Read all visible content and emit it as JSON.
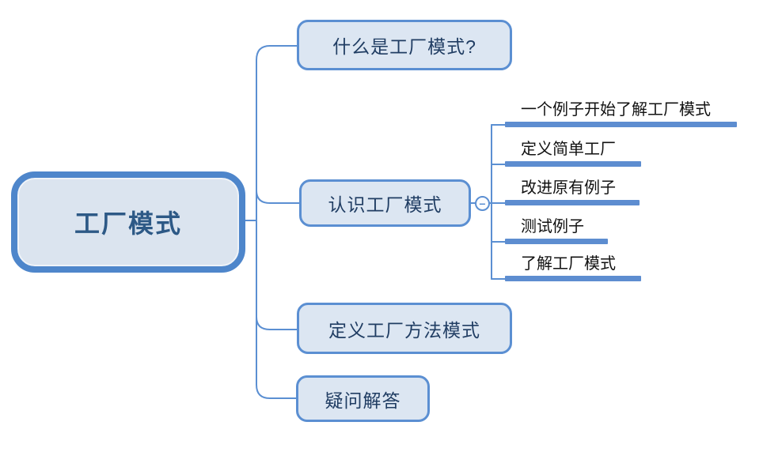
{
  "app": {
    "type": "mind-map"
  },
  "colors": {
    "accent_line": "#5b8fd2",
    "root_border": "#4e86cb",
    "node_fill": "#dce6f2",
    "root_text": "#2d5986",
    "node_text": "#203d63",
    "child_text": "#121212",
    "underline_bar": "#5d8dd0"
  },
  "root": {
    "label": "工厂模式"
  },
  "nodes": [
    {
      "label": "什么是工厂模式?"
    },
    {
      "label": "认识工厂模式",
      "collapse_glyph": "−",
      "children": [
        {
          "label": "一个例子开始了解工厂模式"
        },
        {
          "label": "定义简单工厂"
        },
        {
          "label": "改进原有例子"
        },
        {
          "label": "测试例子"
        },
        {
          "label": "了解工厂模式"
        }
      ]
    },
    {
      "label": "定义工厂方法模式"
    },
    {
      "label": "疑问解答"
    }
  ]
}
